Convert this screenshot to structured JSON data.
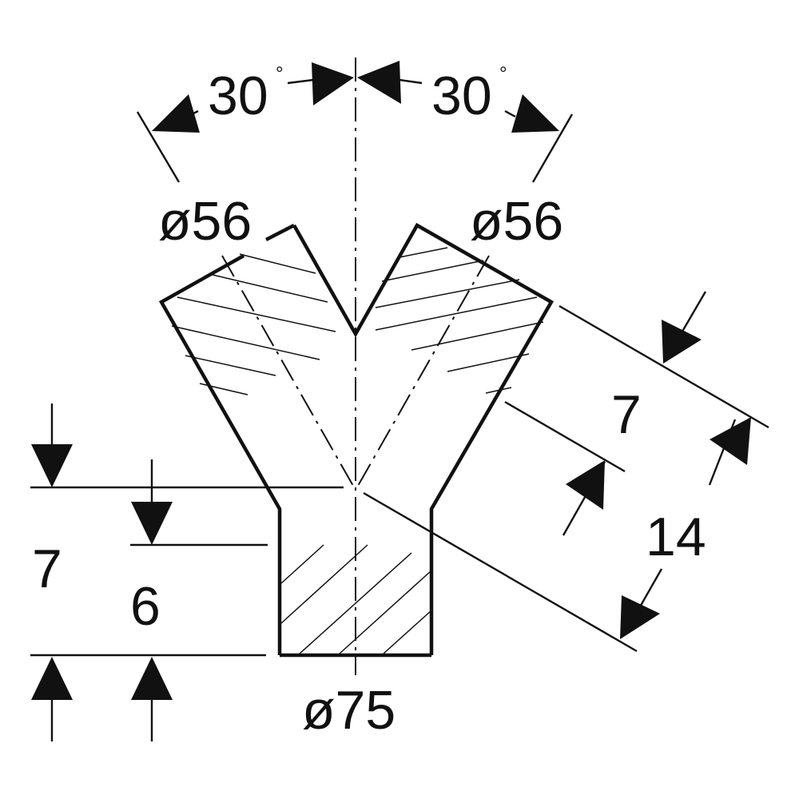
{
  "angles": {
    "left": {
      "value": "30",
      "unit": "°"
    },
    "right": {
      "value": "30",
      "unit": "°"
    }
  },
  "diameters": {
    "left_branch": "ø56",
    "right_branch": "ø56",
    "stem": "ø75"
  },
  "dimensions": {
    "branch_thickness": "7",
    "branch_offset": "14",
    "stem_left": "7",
    "stem_inner": "6"
  }
}
